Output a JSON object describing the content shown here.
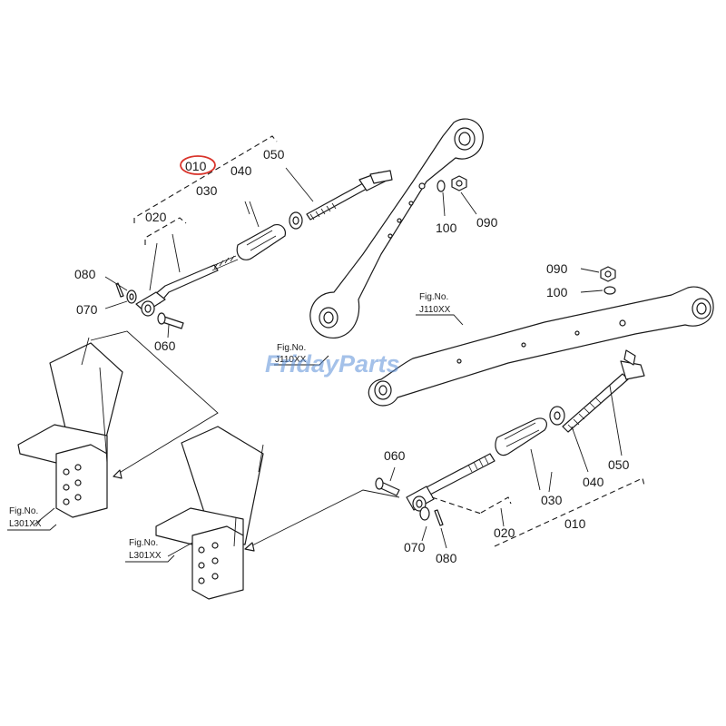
{
  "labels": {
    "top_left": {
      "a010": "010",
      "a020": "020",
      "a030": "030",
      "a040": "040",
      "a050": "050",
      "a060": "060",
      "a070": "070",
      "a080": "080",
      "a090": "090",
      "a100": "100"
    },
    "bottom_right": {
      "a010": "010",
      "a020": "020",
      "a030": "030",
      "a040": "040",
      "a050": "050",
      "a060": "060",
      "a070": "070",
      "a080": "080",
      "a090": "090",
      "a100": "100"
    }
  },
  "figure_refs": {
    "upper_arm": [
      "Fig.No.",
      "J110XX"
    ],
    "lower_arm": [
      "Fig.No.",
      "J110XX"
    ],
    "left_bracket": [
      "Fig.No.",
      "L301XX"
    ],
    "right_bracket": [
      "Fig.No.",
      "L301XX"
    ]
  },
  "watermark": "FridayParts",
  "colors": {
    "highlight": "#d9342b",
    "watermark": "#5b8fd8",
    "line": "#1a1a1a"
  }
}
